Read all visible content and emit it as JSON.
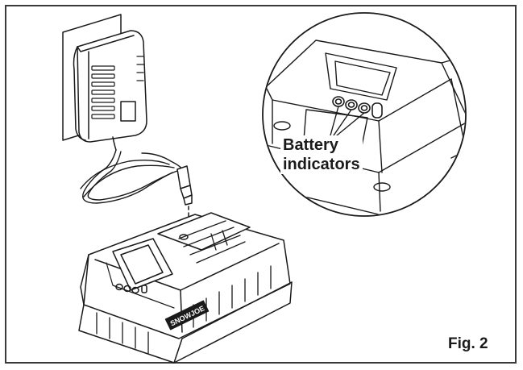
{
  "callout": {
    "line1": "Battery",
    "line2": "indicators"
  },
  "figure_label": "Fig. 2",
  "battery_brand": "SNOWJOE",
  "colors": {
    "ink": "#1a1a1a",
    "frame": "#3a3a3a",
    "background": "#ffffff"
  }
}
